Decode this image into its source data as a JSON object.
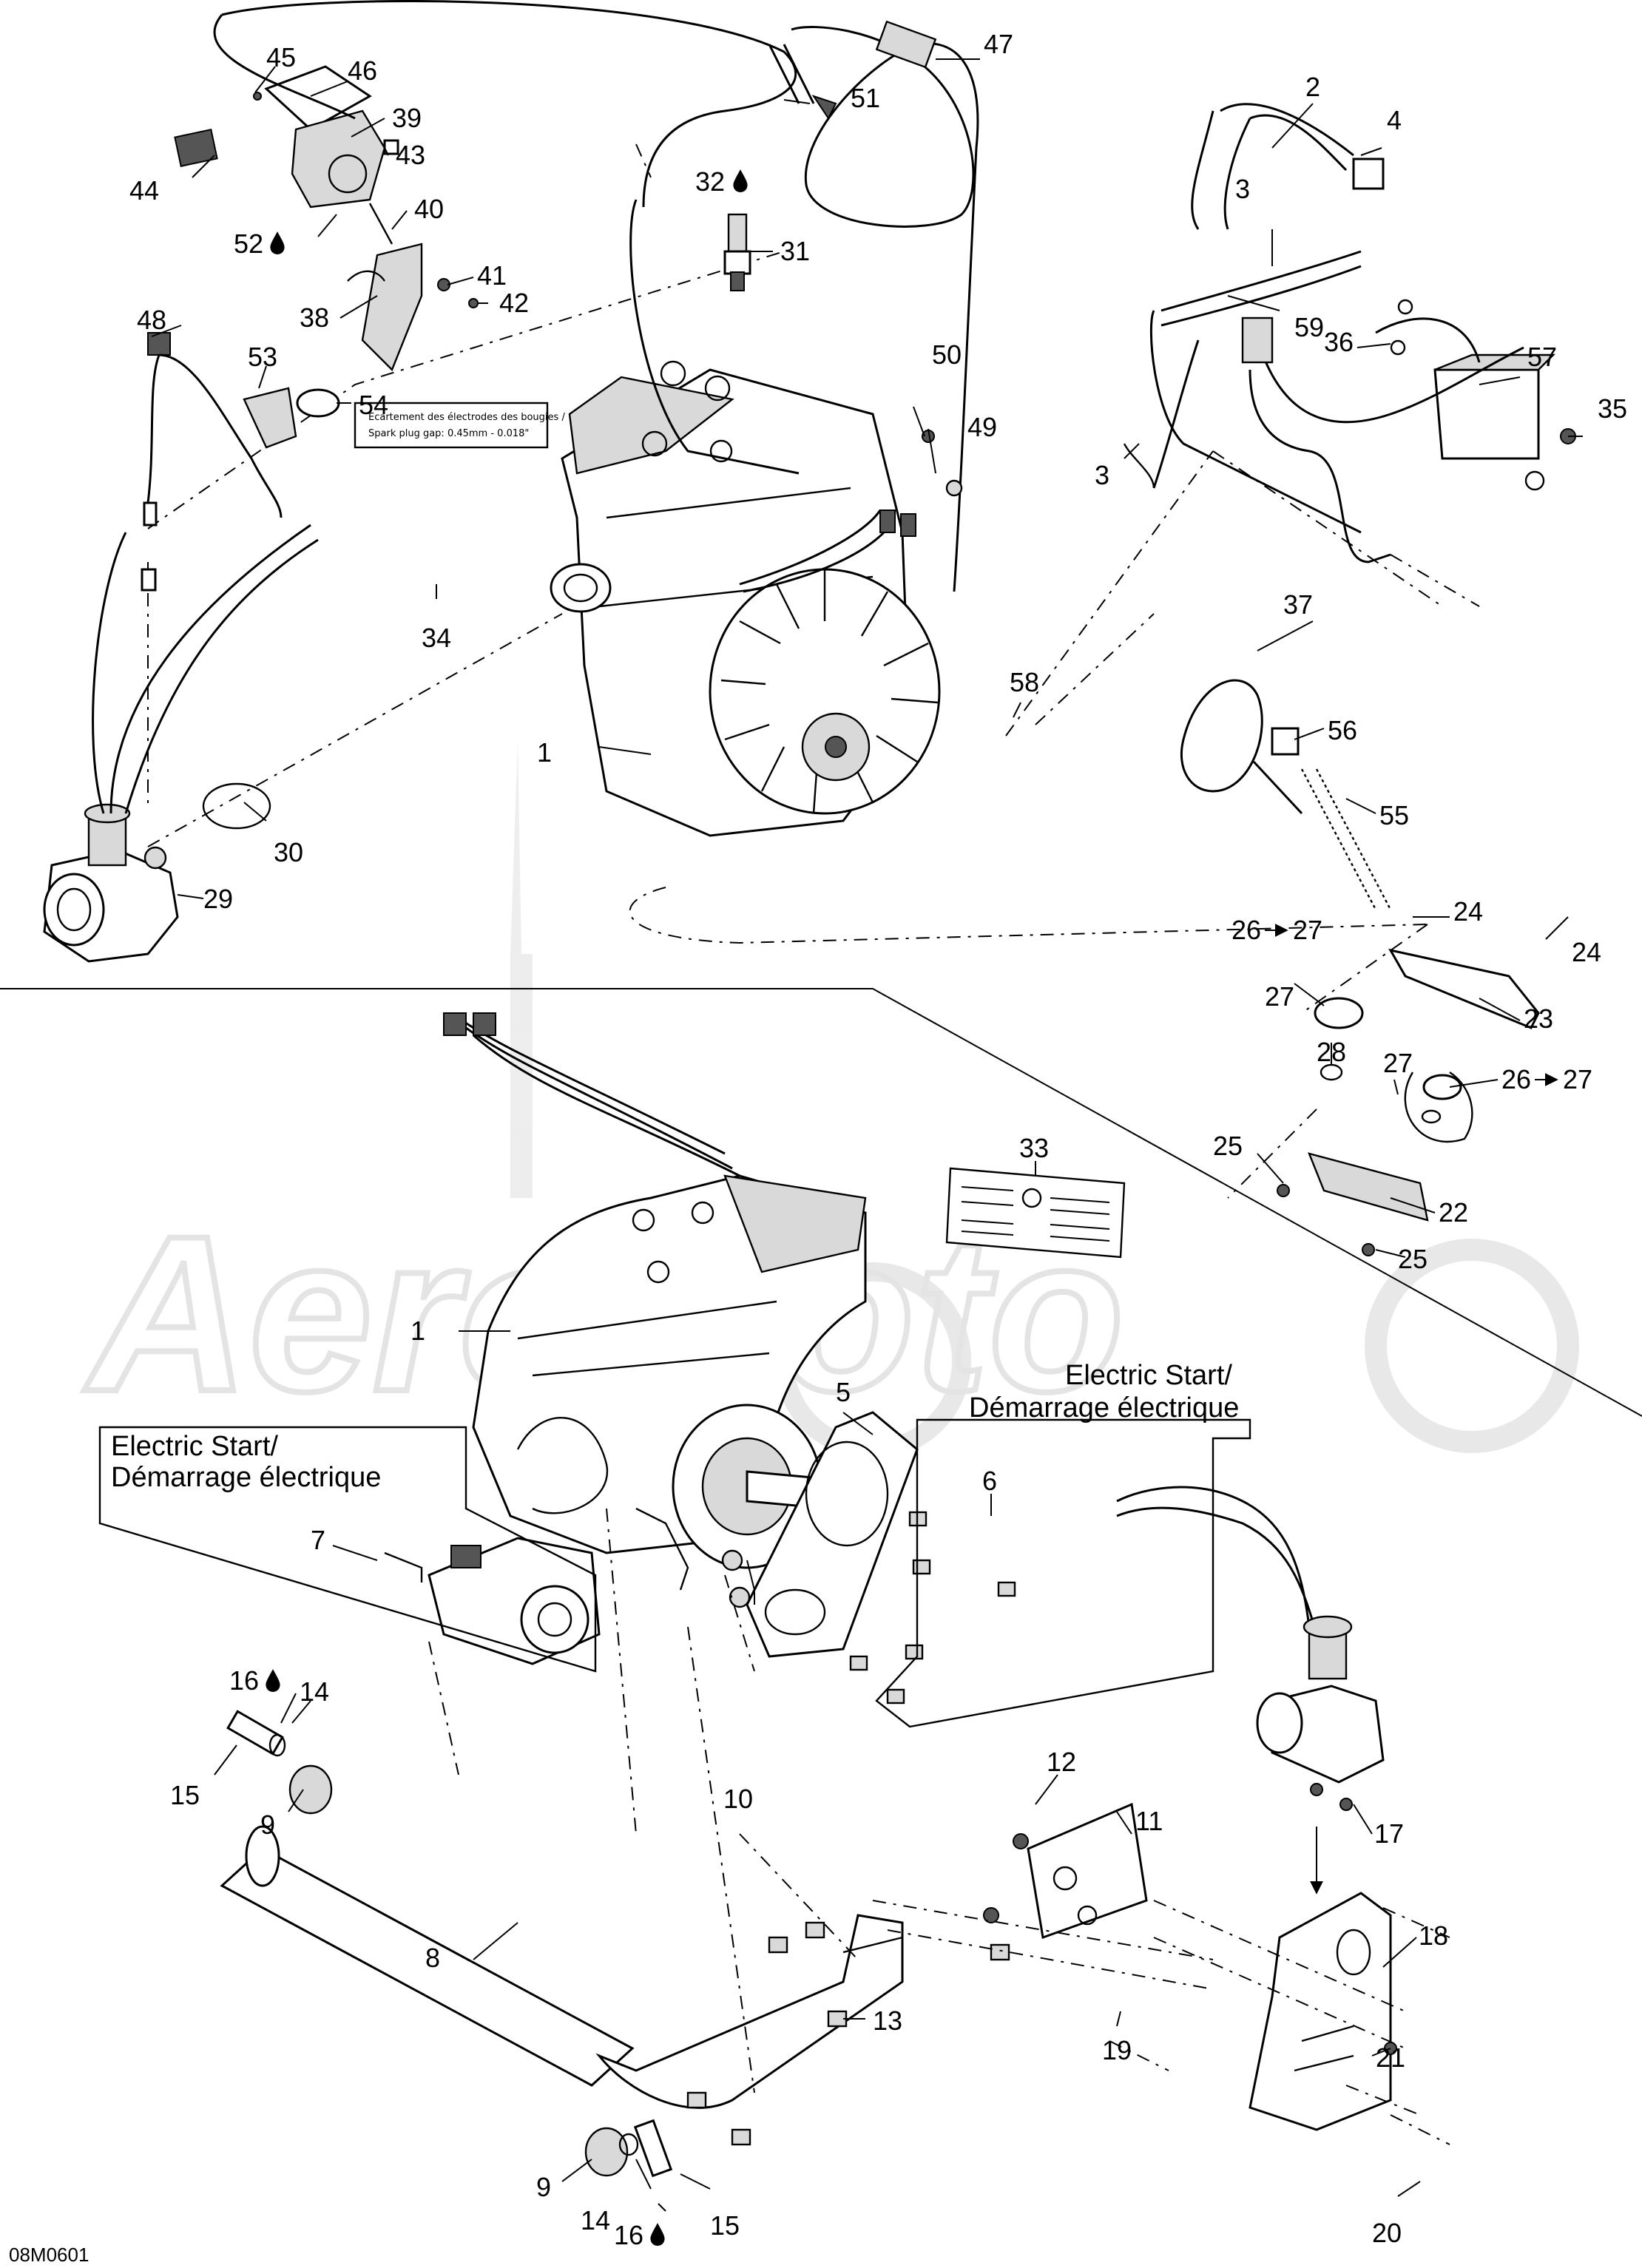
{
  "figure_code": "08M0601",
  "watermark": "AeroMoto",
  "notes": {
    "electric_start_upper": [
      "Electric Start/",
      "Démarrage électrique"
    ],
    "electric_start_lower": [
      "Electric Start/",
      "Démarrage électrique"
    ]
  },
  "decal_34": [
    "Ecartement des électrodes des bougies /",
    "Spark plug gap:   0.45mm - 0.018\""
  ],
  "symbols": {
    "drop": "drop-icon",
    "arrow": "arrow-icon"
  },
  "callouts": {
    "c45": "45",
    "c46": "46",
    "c39": "39",
    "c43": "43",
    "c44": "44",
    "c40": "40",
    "c52": "52",
    "c38": "38",
    "c41": "41",
    "c42": "42",
    "c48": "48",
    "c53": "53",
    "c54": "54",
    "c47": "47",
    "c51": "51",
    "c32": "32",
    "c31": "31",
    "c50": "50",
    "c49": "49",
    "c34": "34",
    "c1_top": "1",
    "c30": "30",
    "c29": "29",
    "c2": "2",
    "c4": "4",
    "c3_top": "3",
    "c59": "59",
    "c57": "57",
    "c36": "36",
    "c35": "35",
    "c3_bottom": "3",
    "c58": "58",
    "c37": "37",
    "c56": "56",
    "c55": "55",
    "c24_a": "24",
    "c24_b": "24",
    "c26_27_a": "26",
    "c26_27_a_to": "27",
    "c27_a": "27",
    "c23": "23",
    "c28": "28",
    "c27_b": "27",
    "c26_27_b": "26",
    "c26_27_b_to": "27",
    "c25_a": "25",
    "c22": "22",
    "c25_b": "25",
    "c33": "33",
    "c1_bottom": "1",
    "c5": "5",
    "c6": "6",
    "c7": "7",
    "c16_a": "16",
    "c14_a": "14",
    "c15_a": "15",
    "c9_a": "9",
    "c10": "10",
    "c8": "8",
    "c12": "12",
    "c11": "11",
    "c17": "17",
    "c18": "18",
    "c13": "13",
    "c19": "19",
    "c21": "21",
    "c9_b": "9",
    "c14_b": "14",
    "c15_b": "15",
    "c16_b": "16",
    "c20": "20"
  }
}
